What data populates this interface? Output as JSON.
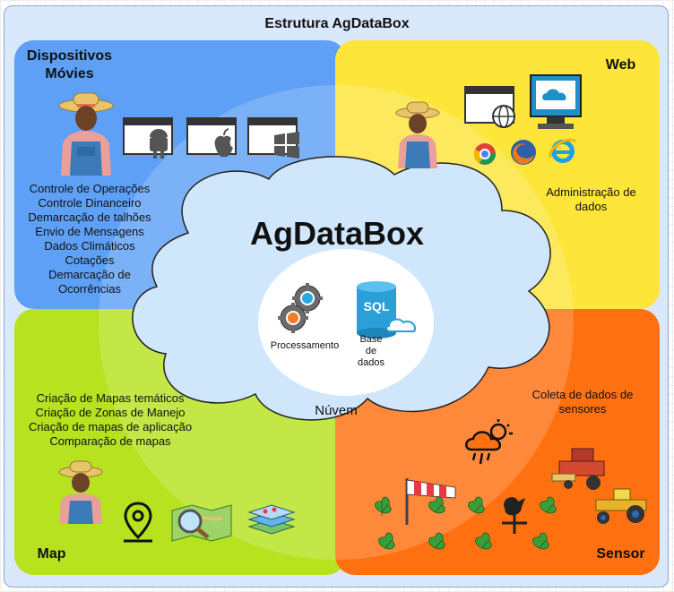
{
  "title": "Estrutura AgDataBox",
  "center": {
    "title": "AgDataBox",
    "cloud_label": "Núvem",
    "processing_label": "Processamento",
    "database_lines": [
      "Base",
      "de",
      "dados"
    ],
    "sql_label": "SQL"
  },
  "mobile": {
    "title_lines": [
      "Dispositivos",
      "Móvies"
    ],
    "items": [
      "Controle de Operações",
      "Controle Dinanceiro",
      "Demarcação de talhões",
      "Envio de Mensagens",
      "Dados Climáticos",
      "Cotações",
      "Demarcação de",
      "Ocorrências"
    ],
    "icons": [
      "farmer-icon",
      "android-window-icon",
      "apple-window-icon",
      "windows-window-icon"
    ]
  },
  "web": {
    "title": "Web",
    "items": [
      "Administração de",
      "dados"
    ],
    "icons": [
      "farmer-icon",
      "web-window-globe-icon",
      "monitor-icon",
      "chrome-icon",
      "firefox-icon",
      "ie-icon"
    ]
  },
  "map": {
    "title": "Map",
    "items": [
      "Criação de Mapas temáticos",
      "Criação de Zonas de Manejo",
      "Criação de mapas de aplicação",
      "Comparação de mapas"
    ],
    "icons": [
      "farmer-icon",
      "map-pin-icon",
      "map-magnifier-icon",
      "map-layers-icon"
    ]
  },
  "sensor": {
    "title": "Sensor",
    "items": [
      "Coleta de dados de",
      "sensores"
    ],
    "icons": [
      "weather-cloud-icon",
      "windsock-icon",
      "weather-vane-icon",
      "harvester-icon",
      "tractor-icon",
      "plant-icon"
    ]
  },
  "colors": {
    "frame": "#dae8fc",
    "mobile": "#5ea0f5",
    "web": "#fde53a",
    "map": "#b6e21f",
    "sensor": "#ff7011",
    "cloud": "#cfe6fb"
  }
}
